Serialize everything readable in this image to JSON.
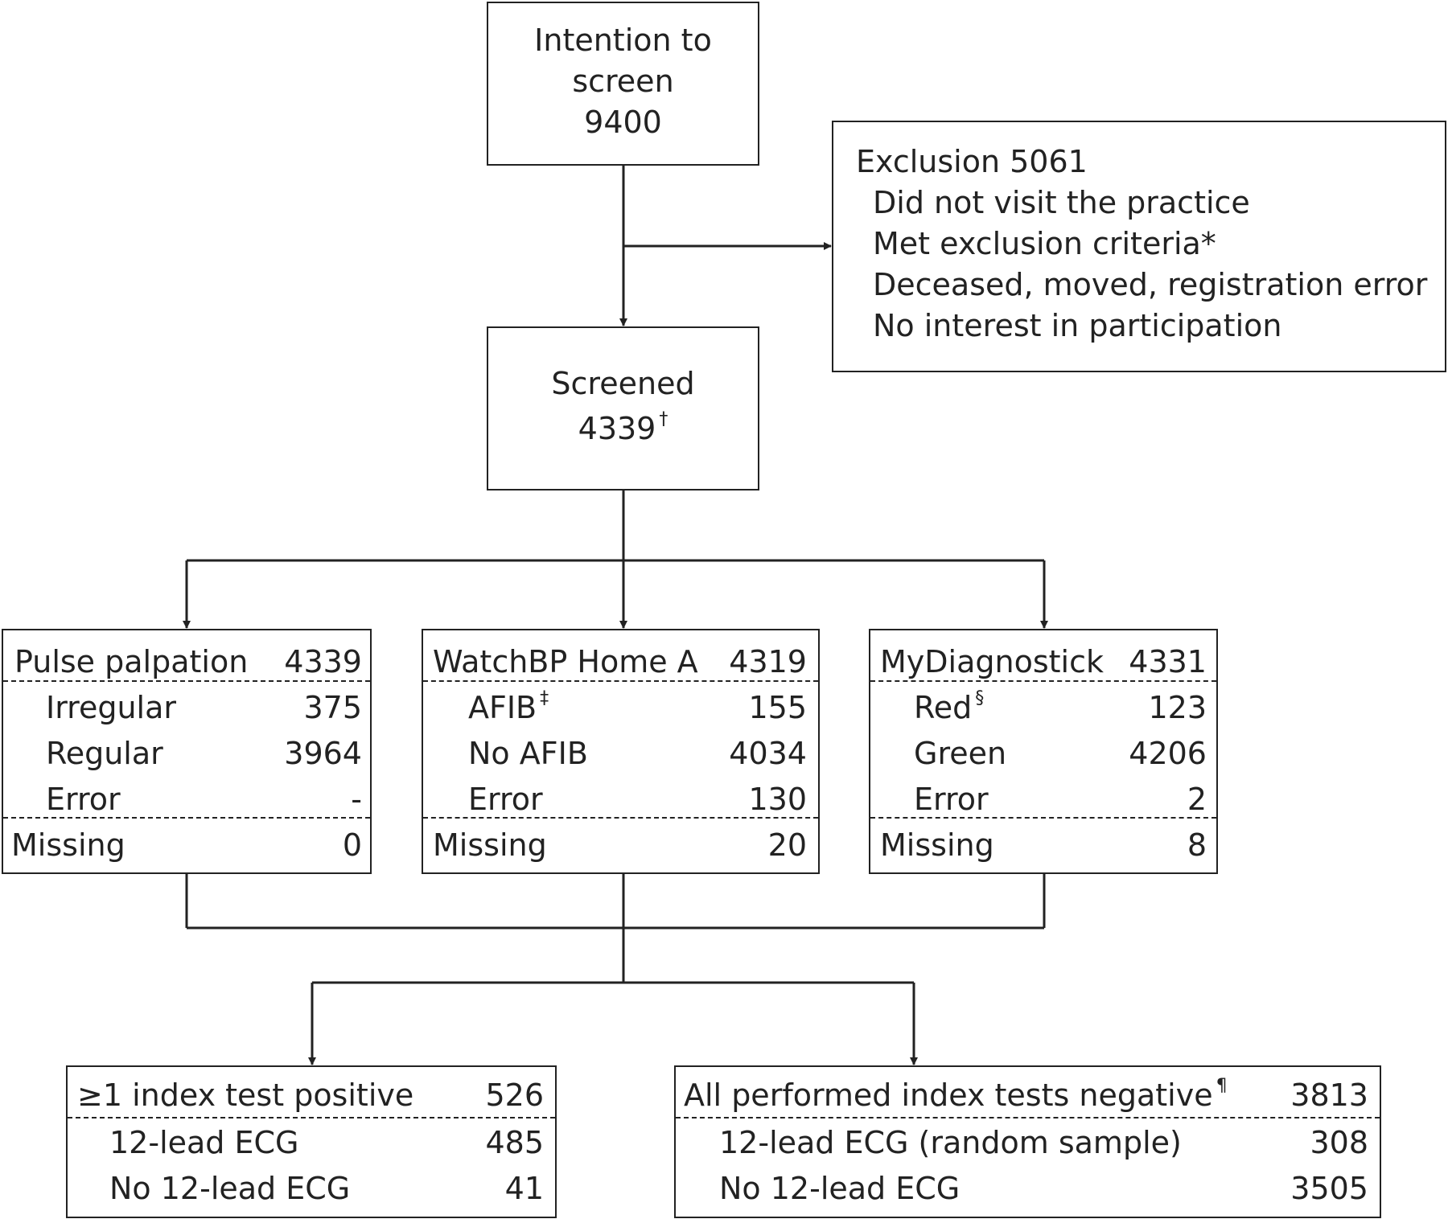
{
  "top": {
    "line1": "Intention to",
    "line2": "screen",
    "value": "9400"
  },
  "exclusion": {
    "title": "Exclusion 5061",
    "items": [
      "Did not visit the practice",
      "Met exclusion criteria*",
      "Deceased, moved, registration error",
      "No interest in participation"
    ]
  },
  "screened": {
    "label": "Screened",
    "value": "4339",
    "mark": "†"
  },
  "tests": [
    {
      "name": "Pulse palpation",
      "total": "4339",
      "rows": [
        {
          "label": "Irregular",
          "mark": "",
          "value": "375"
        },
        {
          "label": "Regular",
          "mark": "",
          "value": "3964"
        },
        {
          "label": "Error",
          "mark": "",
          "value": "-"
        }
      ],
      "missing_label": "Missing",
      "missing": "0"
    },
    {
      "name": "WatchBP Home A",
      "total": "4319",
      "rows": [
        {
          "label": "AFIB",
          "mark": "‡",
          "value": "155"
        },
        {
          "label": "No AFIB",
          "mark": "",
          "value": "4034"
        },
        {
          "label": "Error",
          "mark": "",
          "value": "130"
        }
      ],
      "missing_label": "Missing",
      "missing": "20"
    },
    {
      "name": "MyDiagnostick",
      "total": "4331",
      "rows": [
        {
          "label": "Red",
          "mark": "§",
          "value": "123"
        },
        {
          "label": "Green",
          "mark": "",
          "value": "4206"
        },
        {
          "label": "Error",
          "mark": "",
          "value": "2"
        }
      ],
      "missing_label": "Missing",
      "missing": "8"
    }
  ],
  "outcomes": [
    {
      "title": "≥1 index test positive",
      "mark": "",
      "total": "526",
      "rows": [
        {
          "label": "12-lead ECG",
          "value": "485"
        },
        {
          "label": "No 12-lead ECG",
          "value": "41"
        }
      ]
    },
    {
      "title": "All performed index tests negative",
      "mark": "¶",
      "total": "3813",
      "rows": [
        {
          "label": "12-lead ECG (random sample)",
          "value": "308"
        },
        {
          "label": "No 12-lead ECG",
          "value": "3505"
        }
      ]
    }
  ]
}
